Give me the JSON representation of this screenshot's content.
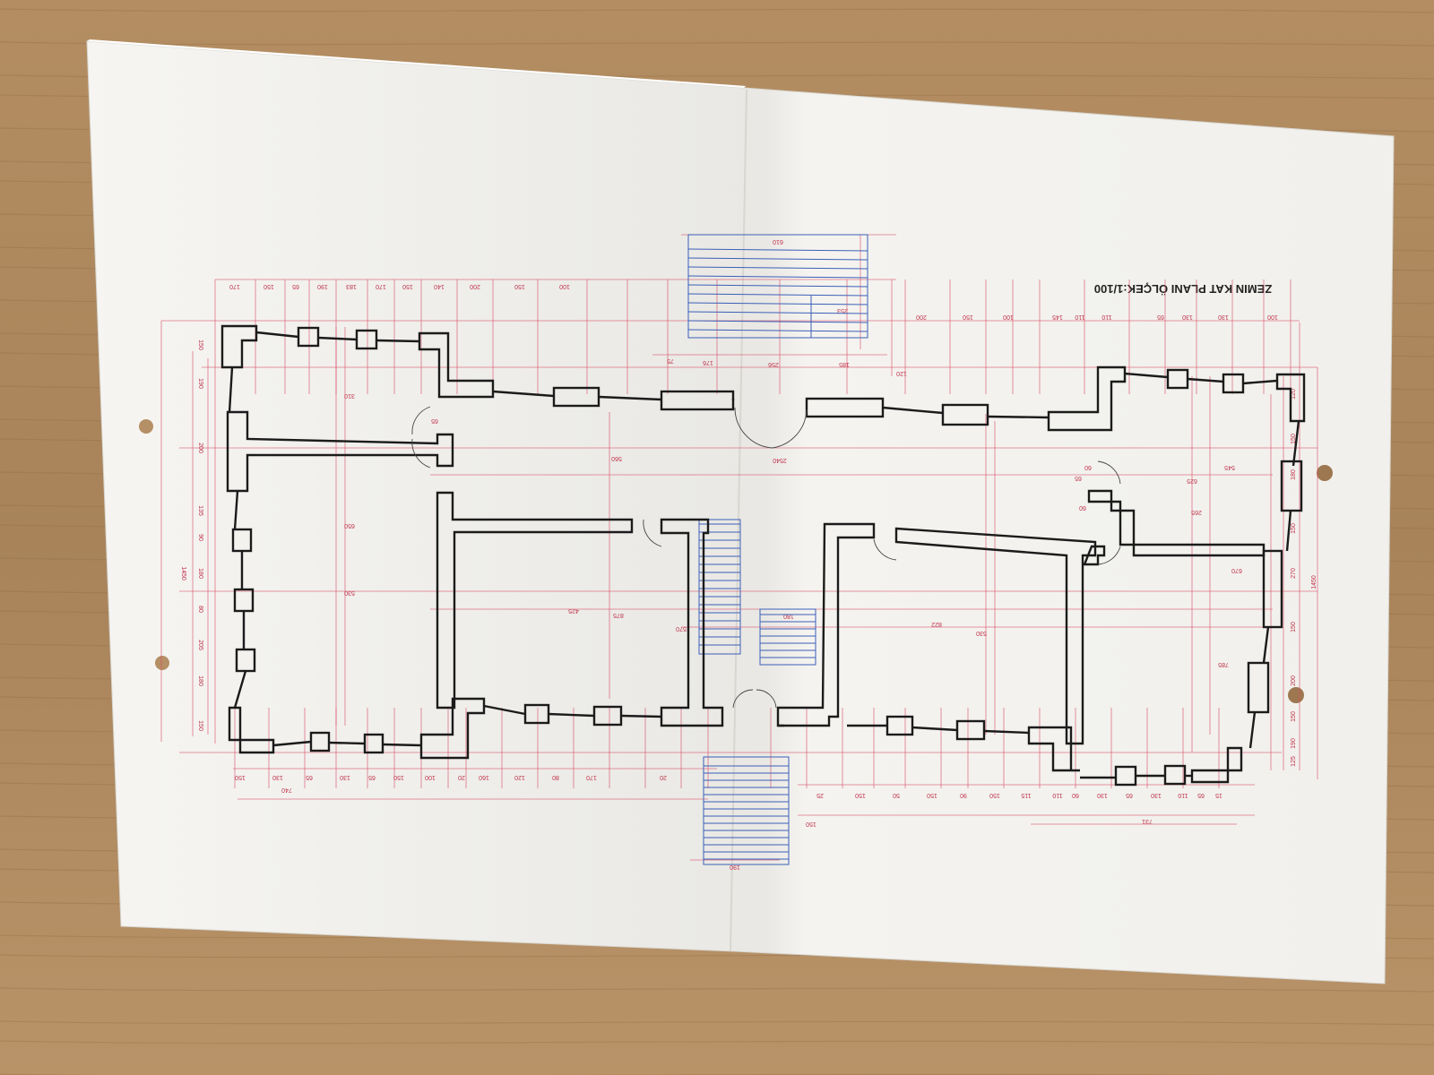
{
  "drawing": {
    "title": "ZEMIN KAT PLANI ÖLÇEK:1/100",
    "title_rotated": true
  },
  "dimensions": {
    "top_left_row": [
      "170",
      "150",
      "65",
      "190",
      "183",
      "170",
      "150",
      "140",
      "200",
      "150",
      "100"
    ],
    "top_right_row": [
      "200",
      "150",
      "100",
      "145",
      "110",
      "110",
      "65",
      "130",
      "130",
      "100"
    ],
    "stair_top": [
      "610",
      "253",
      "256",
      "185",
      "176",
      "75",
      "120"
    ],
    "bottom_left_row": [
      "150",
      "130",
      "65",
      "130",
      "65",
      "150",
      "100",
      "20",
      "160",
      "120",
      "80",
      "170",
      "20"
    ],
    "bottom_right_row": [
      "25",
      "150",
      "50",
      "150",
      "90",
      "150",
      "115",
      "110",
      "60",
      "130",
      "65",
      "130",
      "110",
      "65",
      "15"
    ],
    "bottom_overall": [
      "740",
      "731",
      "150",
      "190"
    ],
    "left_column": [
      "150",
      "190",
      "200",
      "135",
      "90",
      "180",
      "80",
      "205",
      "180",
      "150",
      "1450"
    ],
    "right_column": [
      "120",
      "150",
      "180",
      "150",
      "270",
      "150",
      "1450",
      "200",
      "150",
      "190",
      "125"
    ],
    "interior": [
      "310",
      "650",
      "530",
      "560",
      "875",
      "425",
      "570",
      "822",
      "530",
      "545",
      "670",
      "625",
      "785",
      "265",
      "65",
      "65",
      "60",
      "60",
      "2540",
      "180"
    ]
  },
  "colors": {
    "desk": "#b08a5e",
    "paper": "#f3f2ee",
    "wall": "#1b1b1b",
    "dimension": "#d94a63",
    "stairs": "#3b5fb8"
  }
}
